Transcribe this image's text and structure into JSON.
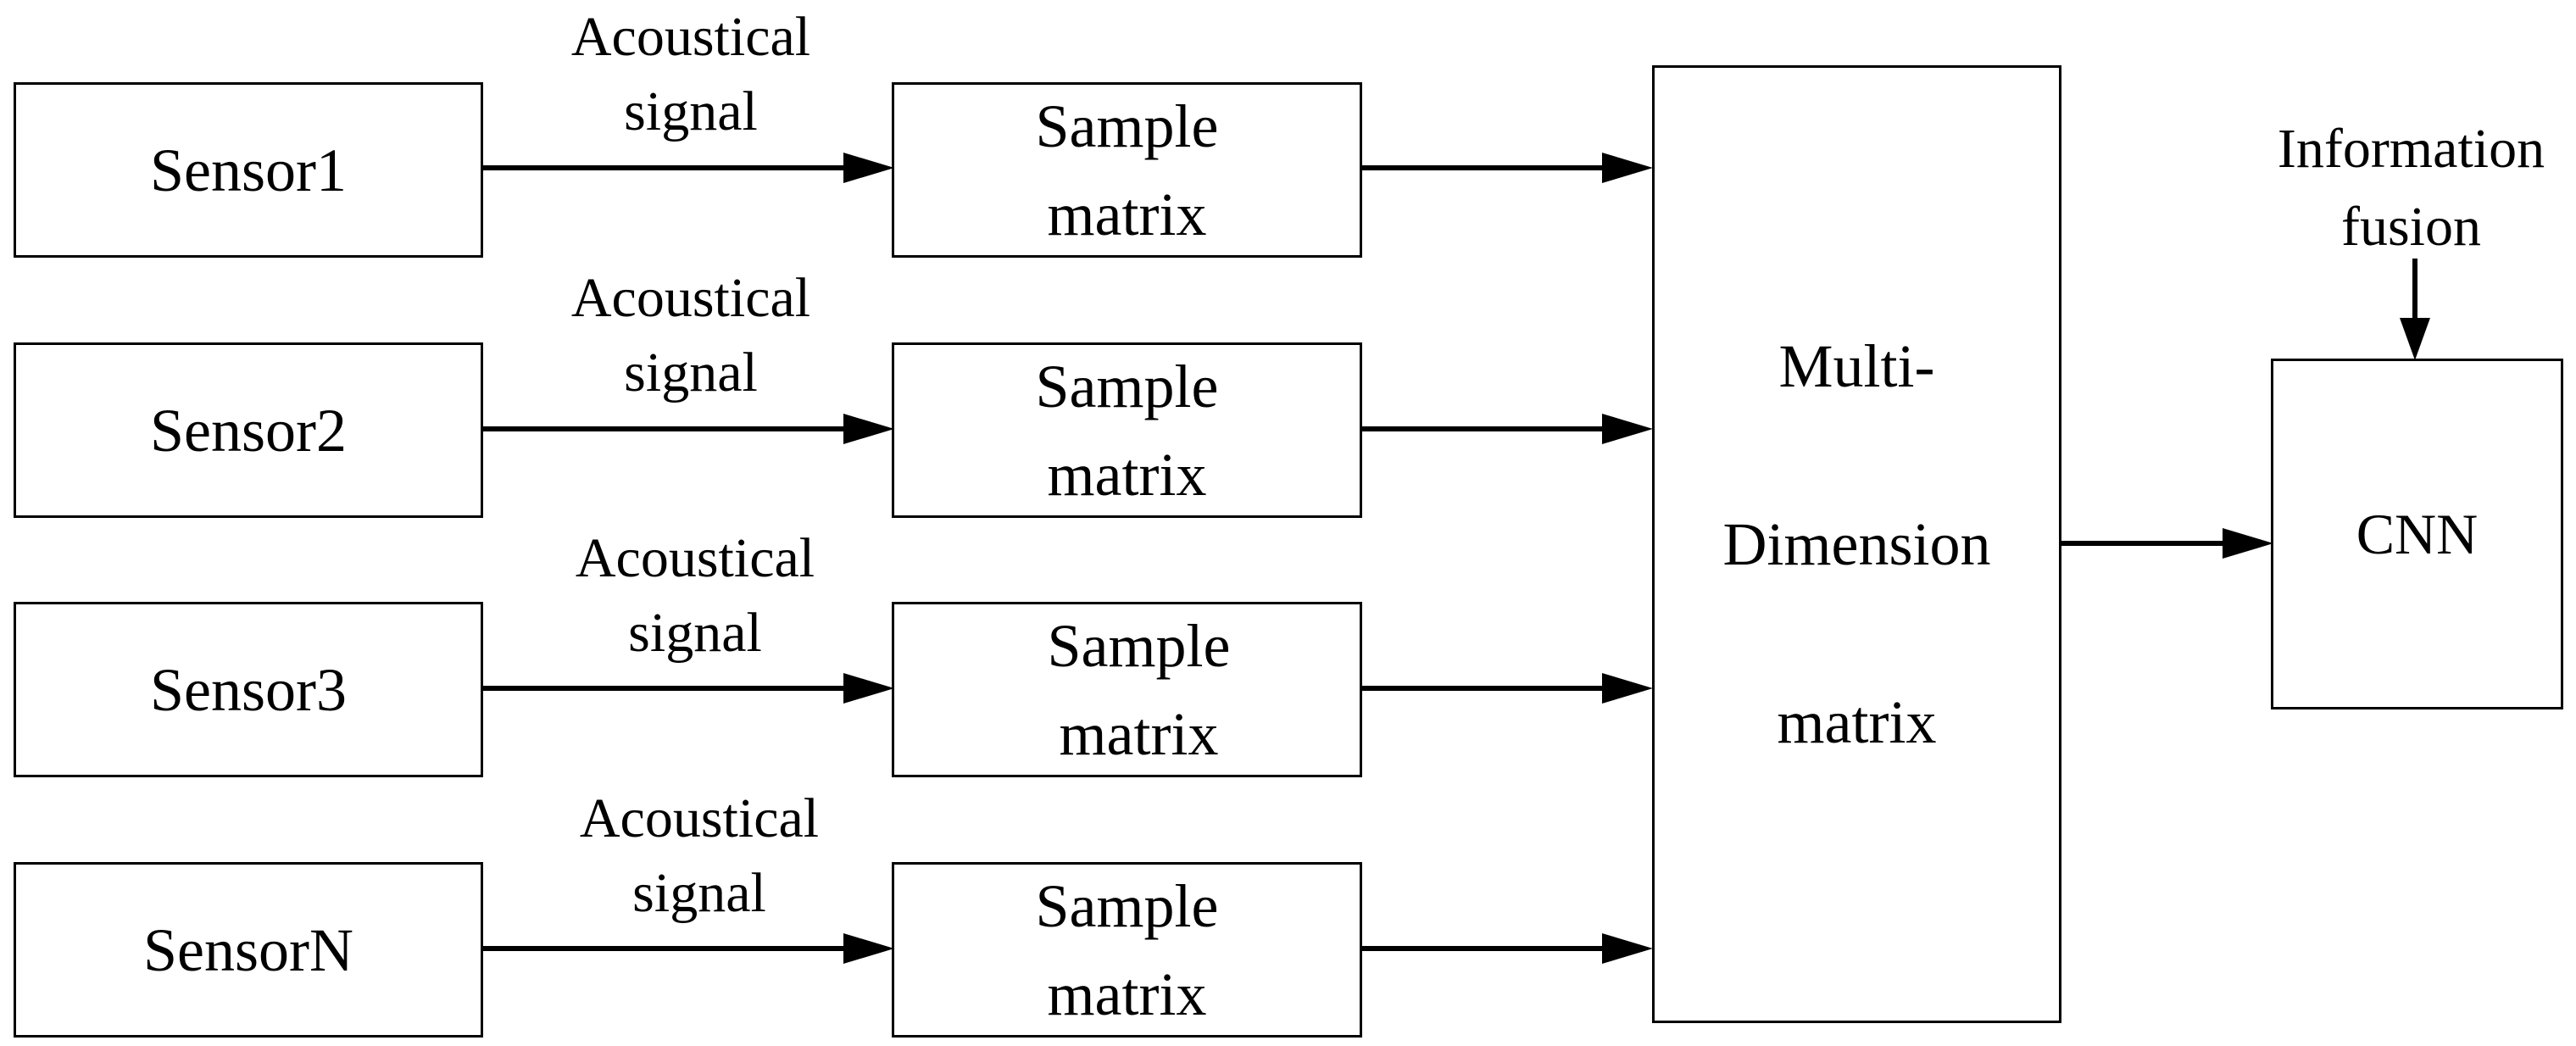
{
  "sensors": [
    {
      "label": "Sensor1"
    },
    {
      "label": "Sensor2"
    },
    {
      "label": "Sensor3"
    },
    {
      "label": "SensorN"
    }
  ],
  "signal_labels": [
    {
      "line1": "Acoustical",
      "line2": "signal"
    },
    {
      "line1": "Acoustical",
      "line2": "signal"
    },
    {
      "line1": "Acoustical",
      "line2": "signal"
    },
    {
      "line1": "Acoustical",
      "line2": "signal"
    }
  ],
  "sample_boxes": [
    {
      "line1": "Sample",
      "line2": "matrix"
    },
    {
      "line1": "Sample",
      "line2": "matrix"
    },
    {
      "line1": "Sample",
      "line2": "matrix"
    },
    {
      "line1": "Sample",
      "line2": "matrix"
    }
  ],
  "multi_dimension": {
    "line1": "Multi-",
    "line2": "Dimension",
    "line3": "matrix"
  },
  "cnn": {
    "label": "CNN"
  },
  "fusion_label": {
    "line1": "Information",
    "line2": "fusion"
  }
}
